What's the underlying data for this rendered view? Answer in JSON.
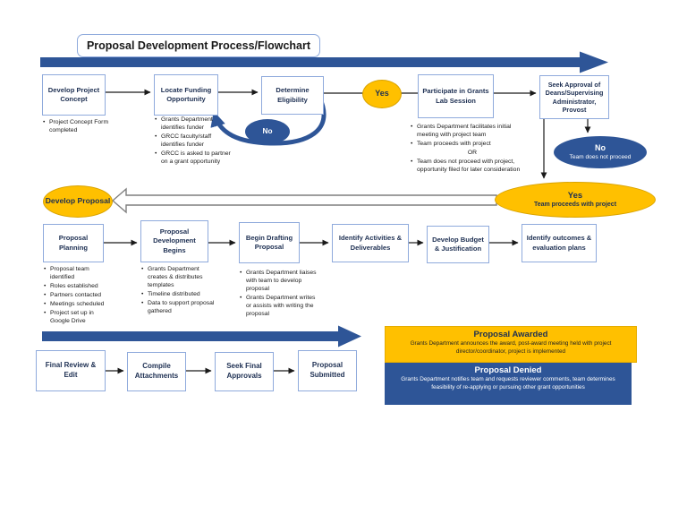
{
  "title": "Proposal Development Process/Flowchart",
  "colors": {
    "accent_blue": "#2E5597",
    "accent_yellow": "#FFC000",
    "box_border": "#8FAADC",
    "label_navy": "#1D2F52"
  },
  "flow1": {
    "nodes": [
      {
        "label": "Develop Project Concept",
        "bullets": [
          "Project Concept Form completed"
        ]
      },
      {
        "label": "Locate Funding Opportunity",
        "bullets": [
          "Grants Department identifies funder",
          "GRCC faculty/staff identifies funder",
          "GRCC is asked to partner on a grant opportunity"
        ]
      },
      {
        "label": "Determine Eligibility"
      },
      {
        "label": "Participate in Grants Lab Session",
        "or_separator": "OR",
        "bullets": [
          "Grants Department facilitates initial meeting with project team",
          "Team proceeds with project",
          "Team does not proceed with project, opportunity filed for later consideration"
        ]
      },
      {
        "label": "Seek Approval of Deans/Supervising Administrator, Provost"
      }
    ],
    "yes_badge": "Yes",
    "no_loop": "No",
    "no_outcome": {
      "label": "No",
      "sub": "Team does not proceed"
    },
    "yes_outcome": {
      "label": "Yes",
      "sub": "Team proceeds with project"
    }
  },
  "develop_proposal": "Develop Proposal",
  "flow2": {
    "nodes": [
      {
        "label": "Proposal Planning",
        "bullets": [
          "Proposal team identified",
          "Roles established",
          "Partners contacted",
          "Meetings scheduled",
          "Project set up in Google Drive"
        ]
      },
      {
        "label": "Proposal Development Begins",
        "bullets": [
          "Grants Department creates & distributes templates",
          "Timeline distributed",
          "Data to support proposal gathered"
        ]
      },
      {
        "label": "Begin Drafting Proposal",
        "bullets": [
          "Grants Department liaises with team to develop proposal",
          "Grants Department writes or assists with writing the proposal"
        ]
      },
      {
        "label": "Identify Activities & Deliverables"
      },
      {
        "label": "Develop Budget & Justification"
      },
      {
        "label": "Identify outcomes & evaluation plans"
      }
    ]
  },
  "flow3": {
    "nodes": [
      {
        "label": "Final Review & Edit"
      },
      {
        "label": "Compile Attachments"
      },
      {
        "label": "Seek Final Approvals"
      },
      {
        "label": "Proposal Submitted"
      }
    ]
  },
  "outcomes": {
    "awarded": {
      "title": "Proposal Awarded",
      "text": "Grants Department announces the award, post-award meeting held with project director/coordinator, project is implemented"
    },
    "denied": {
      "title": "Proposal Denied",
      "text": "Grants Department notifies team and requests reviewer comments, team determines feasibility of re-applying or pursuing other grant opportunities"
    }
  }
}
